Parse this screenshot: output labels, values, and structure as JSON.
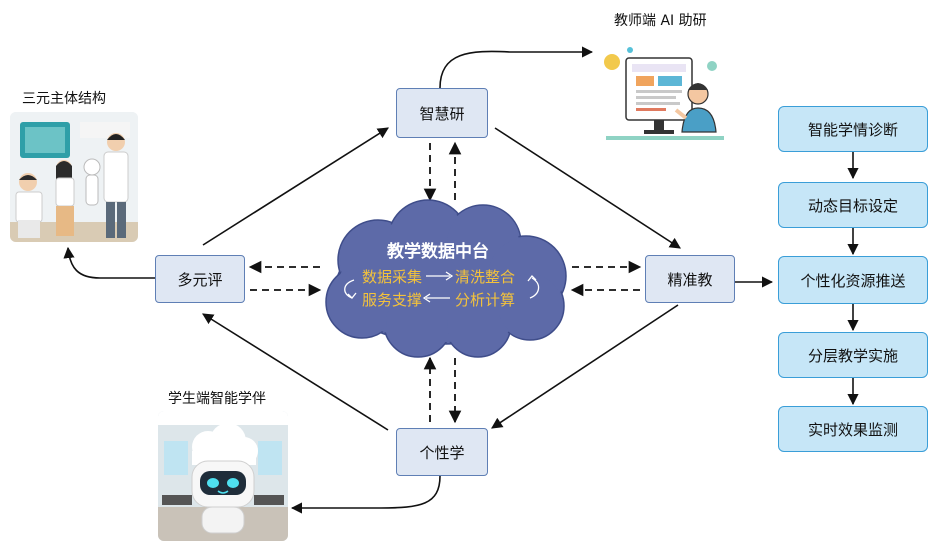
{
  "center": {
    "title": "教学数据中台",
    "flow_top_left": "数据采集",
    "flow_top_right": "清洗整合",
    "flow_bottom_left": "服务支撑",
    "flow_bottom_right": "分析计算"
  },
  "nodes": {
    "top": "智慧研",
    "left": "多元评",
    "right": "精准教",
    "bottom": "个性学"
  },
  "images": {
    "top_right_caption": "教师端 AI 助研",
    "left_caption": "三元主体结构",
    "bottom_caption": "学生端智能学伴"
  },
  "steps": [
    "智能学情诊断",
    "动态目标设定",
    "个性化资源推送",
    "分层教学实施",
    "实时效果监测"
  ],
  "colors": {
    "cloud": "#5d6aa8",
    "cloud_title": "#ffffff",
    "cloud_flow": "#f3c23c",
    "node_fill": "#dfe7f3",
    "node_border": "#5f7fb5",
    "step_fill": "#c6e6f7",
    "step_border": "#3a9ed8"
  }
}
